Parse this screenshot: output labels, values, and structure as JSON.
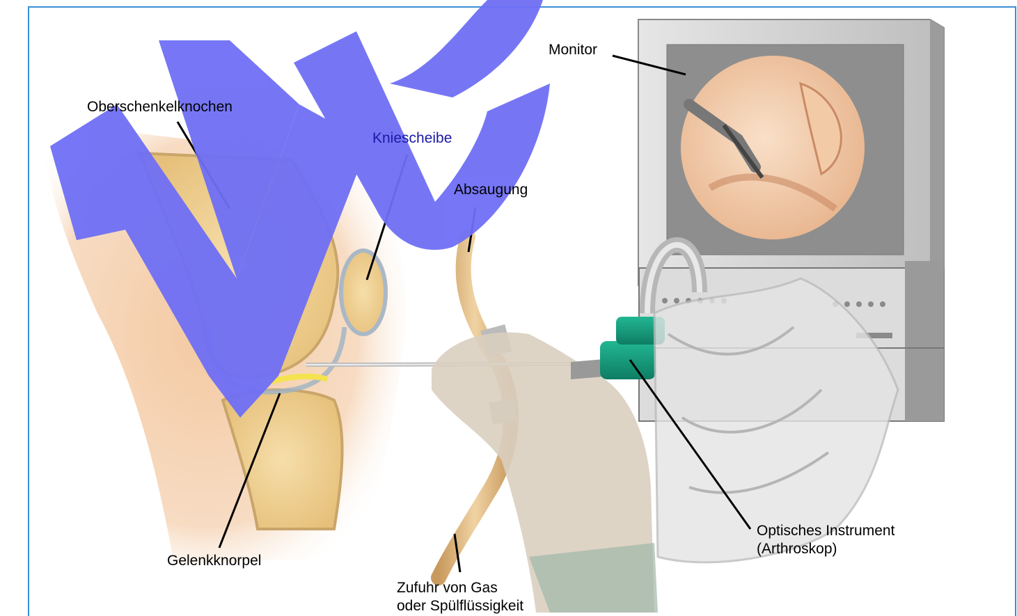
{
  "labels": {
    "monitor": "Monitor",
    "femur": "Oberschenkelknochen",
    "patella": "Kniescheibe",
    "suction": "Absaugung",
    "cartilage": "Gelenkknorpel",
    "instrument_line1": "Optisches Instrument",
    "instrument_line2": "(Arthroskop)",
    "inflow_line1": "Zufuhr von Gas",
    "inflow_line2": "oder Spülflüssigkeit"
  },
  "watermark": "MU",
  "colors": {
    "frame": "#3b8fd6",
    "watermark": "#6f6ff5",
    "skin": "#f3d3b2",
    "bone": "#efd08e",
    "tube": "#d9b27a",
    "scope_green": "#16a182",
    "monitor_gray": "#cfcfcf"
  }
}
